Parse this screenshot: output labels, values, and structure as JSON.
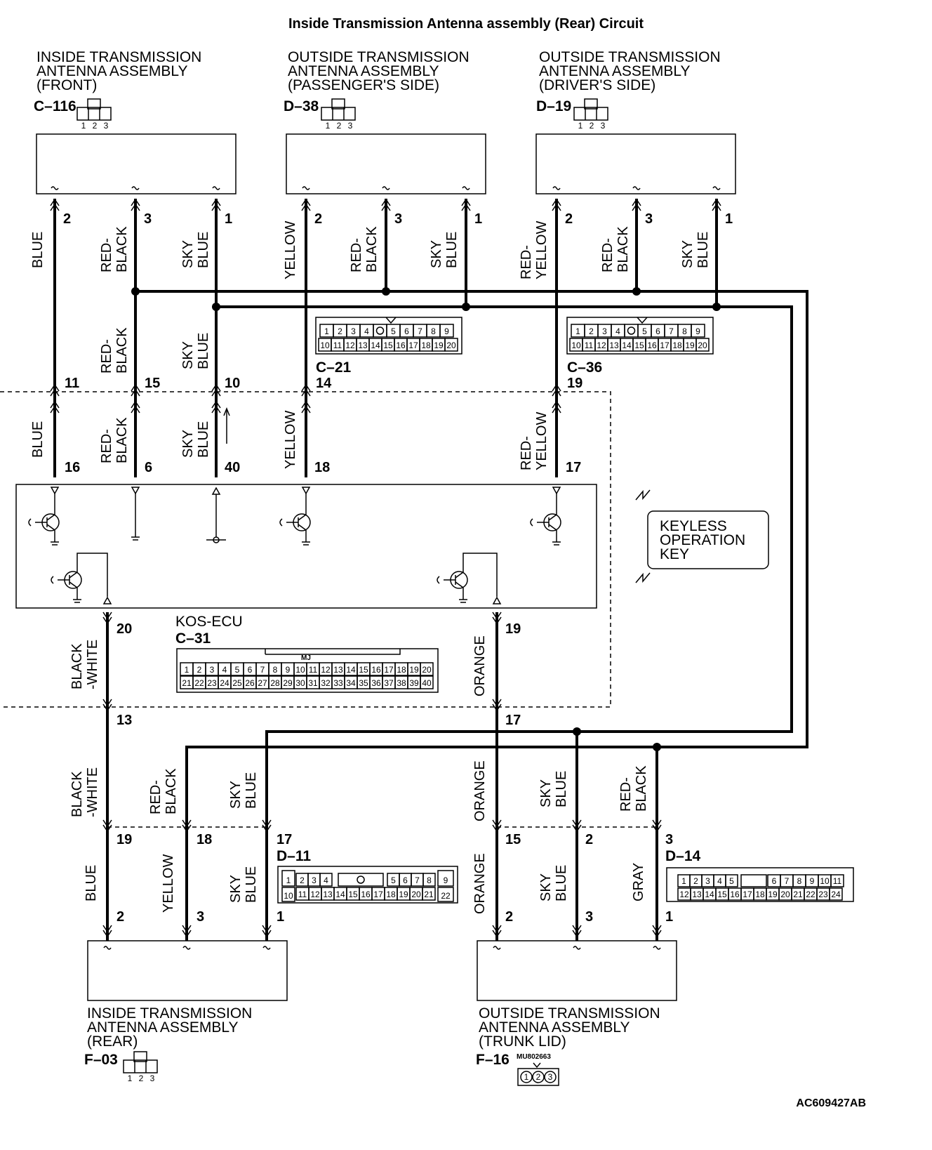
{
  "title": "Inside Transmission Antenna assembly (Rear) Circuit",
  "figure_code": "AC609427AB",
  "components": {
    "front": {
      "label": [
        "INSIDE TRANSMISSION",
        "ANTENNA ASSEMBLY",
        "(FRONT)"
      ],
      "connector": "C–116"
    },
    "passenger": {
      "label": [
        "OUTSIDE TRANSMISSION",
        "ANTENNA ASSEMBLY",
        "(PASSENGER'S SIDE)"
      ],
      "connector": "D–38"
    },
    "driver": {
      "label": [
        "OUTSIDE TRANSMISSION",
        "ANTENNA ASSEMBLY",
        "(DRIVER'S SIDE)"
      ],
      "connector": "D–19"
    },
    "rear": {
      "label": [
        "INSIDE TRANSMISSION",
        "ANTENNA ASSEMBLY",
        "(REAR)"
      ],
      "connector": "F–03"
    },
    "trunk": {
      "label": [
        "OUTSIDE TRANSMISSION",
        "ANTENNA ASSEMBLY",
        "(TRUNK LID)"
      ],
      "connector": "F–16",
      "part_no": "MU802663"
    },
    "ecu": {
      "label": "KOS-ECU",
      "connector": "C–31",
      "mark": "MJ"
    },
    "key": {
      "label": [
        "KEYLESS",
        "OPERATION",
        "KEY"
      ]
    }
  },
  "connectors": {
    "c21": {
      "name": "C–21",
      "row1": [
        "1",
        "2",
        "3",
        "4",
        "",
        "5",
        "6",
        "7",
        "8",
        "9"
      ],
      "row2": [
        "10",
        "11",
        "12",
        "13",
        "14",
        "15",
        "16",
        "17",
        "18",
        "19",
        "20"
      ]
    },
    "c36": {
      "name": "C–36",
      "row1": [
        "1",
        "2",
        "3",
        "4",
        "",
        "5",
        "6",
        "7",
        "8",
        "9"
      ],
      "row2": [
        "10",
        "11",
        "12",
        "13",
        "14",
        "15",
        "16",
        "17",
        "18",
        "19",
        "20"
      ]
    },
    "d11": {
      "name": "D–11"
    },
    "d14": {
      "name": "D–14"
    },
    "three_pin": [
      "1",
      "2",
      "3"
    ]
  },
  "wires": {
    "blue": "BLUE",
    "red_black": [
      "RED-",
      "BLACK"
    ],
    "sky_blue": [
      "SKY",
      "BLUE"
    ],
    "yellow": "YELLOW",
    "red_yellow": [
      "RED-",
      "YELLOW"
    ],
    "black_white": [
      "BLACK",
      "-WHITE"
    ],
    "orange": "ORANGE",
    "gray": "GRAY"
  },
  "pins": {
    "top": [
      "2",
      "3",
      "1",
      "2",
      "3",
      "1",
      "2",
      "3",
      "1"
    ],
    "upper_junction": [
      "11",
      "15",
      "10",
      "14",
      "19"
    ],
    "ecu_top": [
      "16",
      "6",
      "40",
      "18",
      "17"
    ],
    "ecu_bottom": [
      "20",
      "19"
    ],
    "lower_junction": [
      "13",
      "17"
    ],
    "floor_junction": [
      "19",
      "18",
      "17",
      "15",
      "2",
      "3"
    ],
    "bottom": [
      "2",
      "3",
      "1",
      "2",
      "3",
      "1"
    ]
  }
}
